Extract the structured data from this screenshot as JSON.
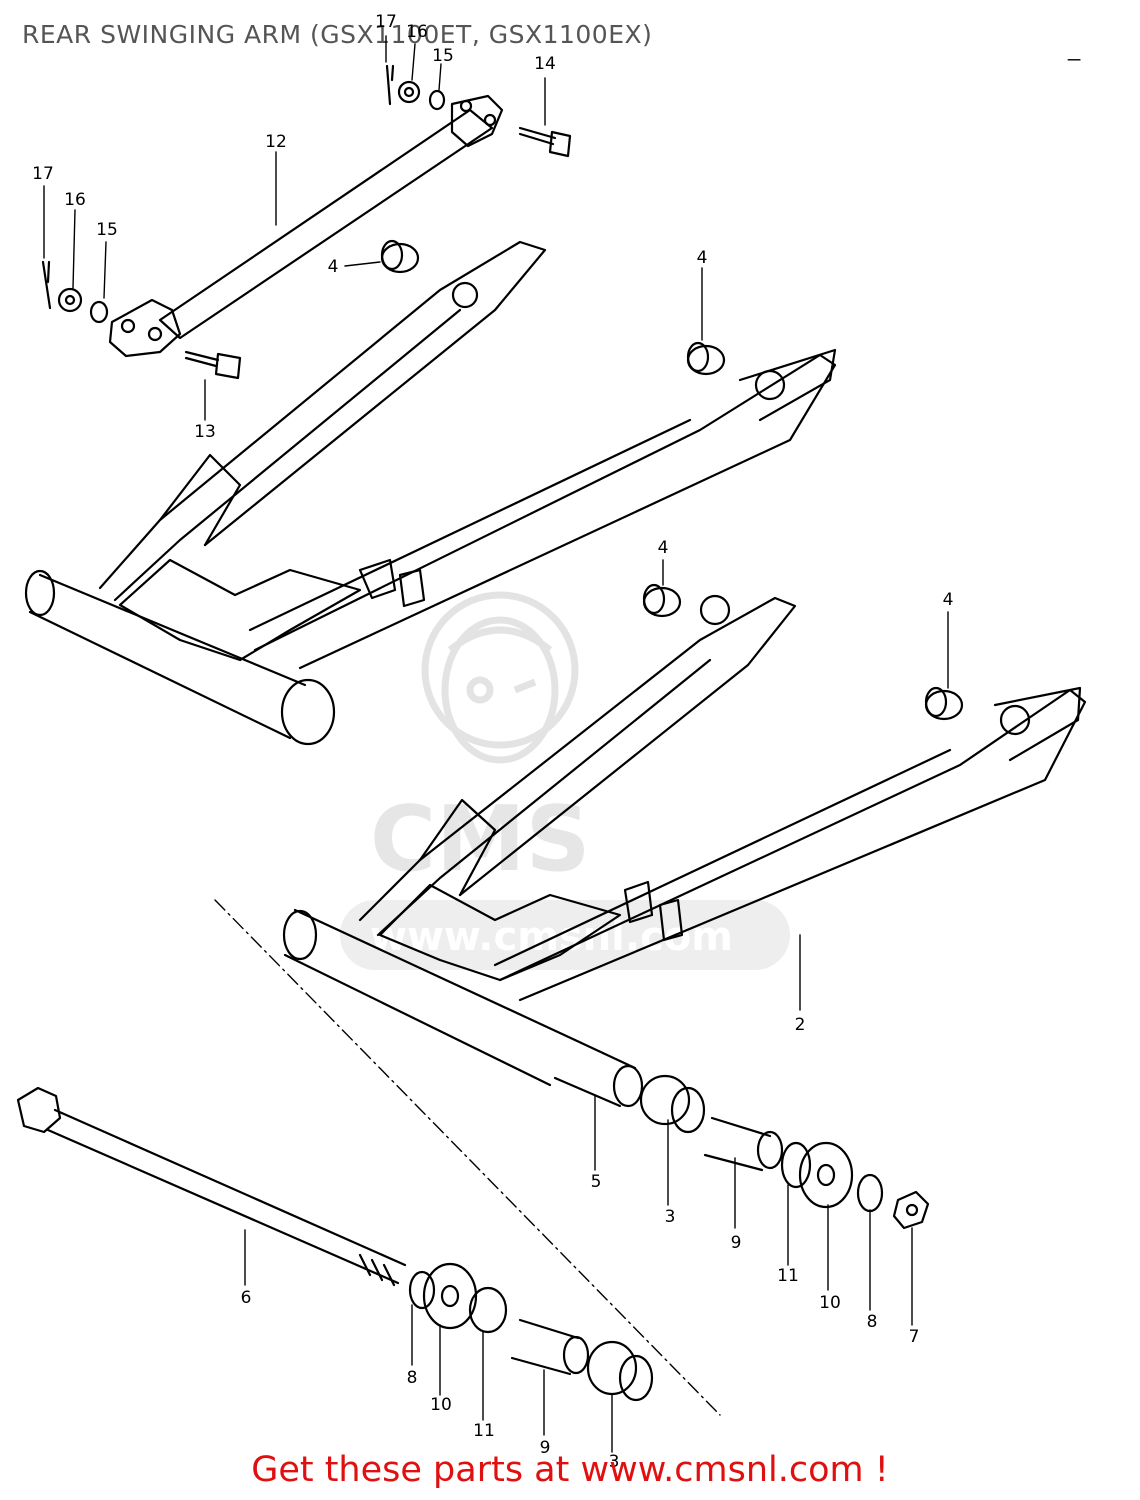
{
  "header": {
    "title": "REAR SWINGING ARM (GSX1100ET, GSX1100EX)",
    "corner_mark": "_"
  },
  "watermark": {
    "brand": "CMS",
    "url": "www.cmsnl.com"
  },
  "callouts": [
    {
      "id": "c17a",
      "text": "17"
    },
    {
      "id": "c16a",
      "text": "16"
    },
    {
      "id": "c15a",
      "text": "15"
    },
    {
      "id": "c14",
      "text": "14"
    },
    {
      "id": "c12",
      "text": "12"
    },
    {
      "id": "c17b",
      "text": "17"
    },
    {
      "id": "c16b",
      "text": "16"
    },
    {
      "id": "c15b",
      "text": "15"
    },
    {
      "id": "c13",
      "text": "13"
    },
    {
      "id": "c4a",
      "text": "4"
    },
    {
      "id": "c4b",
      "text": "4"
    },
    {
      "id": "c4c",
      "text": "4"
    },
    {
      "id": "c4d",
      "text": "4"
    },
    {
      "id": "c2",
      "text": "2"
    },
    {
      "id": "c5",
      "text": "5"
    },
    {
      "id": "c3a",
      "text": "3"
    },
    {
      "id": "c9a",
      "text": "9"
    },
    {
      "id": "c11a",
      "text": "11"
    },
    {
      "id": "c10a",
      "text": "10"
    },
    {
      "id": "c8a",
      "text": "8"
    },
    {
      "id": "c7",
      "text": "7"
    },
    {
      "id": "c6",
      "text": "6"
    },
    {
      "id": "c8b",
      "text": "8"
    },
    {
      "id": "c10b",
      "text": "10"
    },
    {
      "id": "c11b",
      "text": "11"
    },
    {
      "id": "c9b",
      "text": "9"
    },
    {
      "id": "c3b",
      "text": "3"
    }
  ],
  "footer": {
    "text": "Get these parts at www.cmsnl.com !",
    "color": "#e01010"
  }
}
